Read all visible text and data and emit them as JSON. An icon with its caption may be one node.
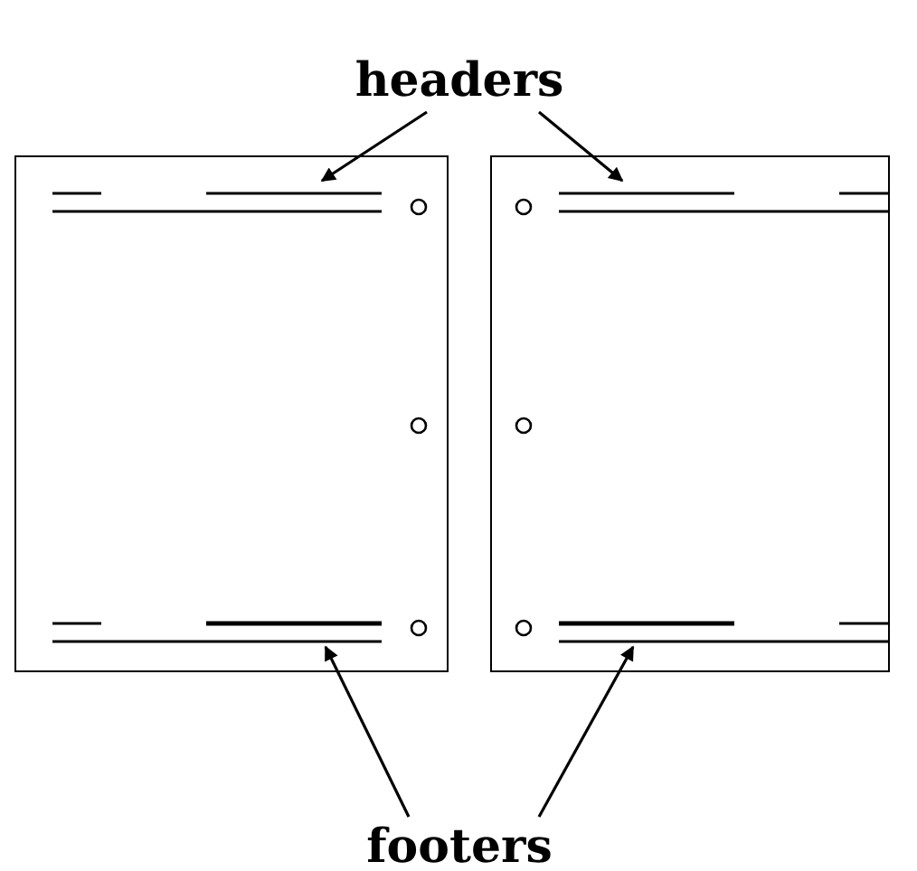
{
  "diagram": {
    "nodes": [
      {
        "text": [
          "headers"
        ]
      },
      {
        "text": [],
        "shape": "box"
      },
      {
        "text": [],
        "shape": "bar",
        "in": 1
      },
      {
        "text": [],
        "shape": "bar",
        "in": 1
      },
      {
        "text": [],
        "shape": "box"
      },
      {
        "text": [],
        "shape": "bar",
        "in": 4
      },
      {
        "text": [],
        "shape": "bar",
        "in": 4
      },
      {
        "text": [
          "footers"
        ]
      }
    ],
    "edges": [
      {
        "from": 0,
        "to": 2,
        "arrow": "to"
      },
      {
        "from": 0,
        "to": 5,
        "arrow": "to"
      },
      {
        "from": 7,
        "to": 3,
        "arrow": "to"
      },
      {
        "from": 7,
        "to": 6,
        "arrow": "to"
      }
    ]
  }
}
